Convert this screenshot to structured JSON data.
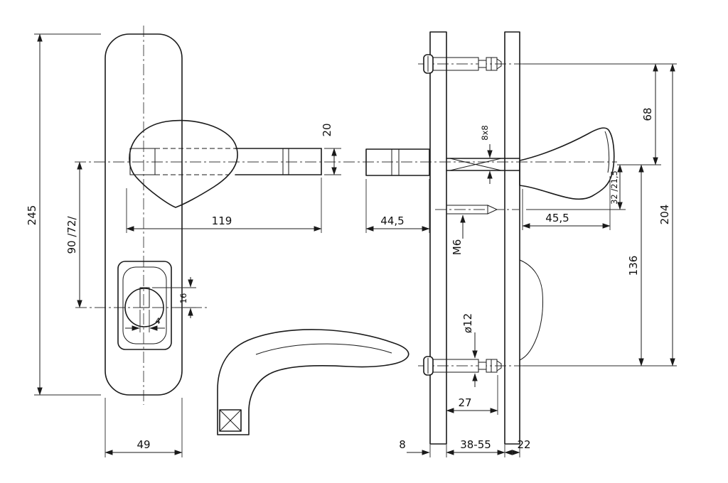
{
  "drawing": {
    "background": "#ffffff",
    "line_color": "#1a1a1a",
    "type": "door-handle-fitting-technical-drawing"
  },
  "labels": {
    "plate_height": "245",
    "centres": "90 /72/",
    "spindle_length": "119",
    "plate_width": "49",
    "cylinder_hole_height": "16",
    "cylinder_slot_width": "4",
    "spindle_dia": "20",
    "half_spindle_length": "44,5",
    "square_section": "8x8",
    "thread": "M6",
    "handle_projection": "45,5",
    "screw_to_axis": "68",
    "screw_centres": "204",
    "axis_to_screw": "136",
    "axis_offsets": "32 /21,5",
    "sleeve_dia": "ø12",
    "sleeve_length": "27",
    "plate_thickness": "8",
    "door_range": "38-55",
    "outer_thickness": "22"
  }
}
